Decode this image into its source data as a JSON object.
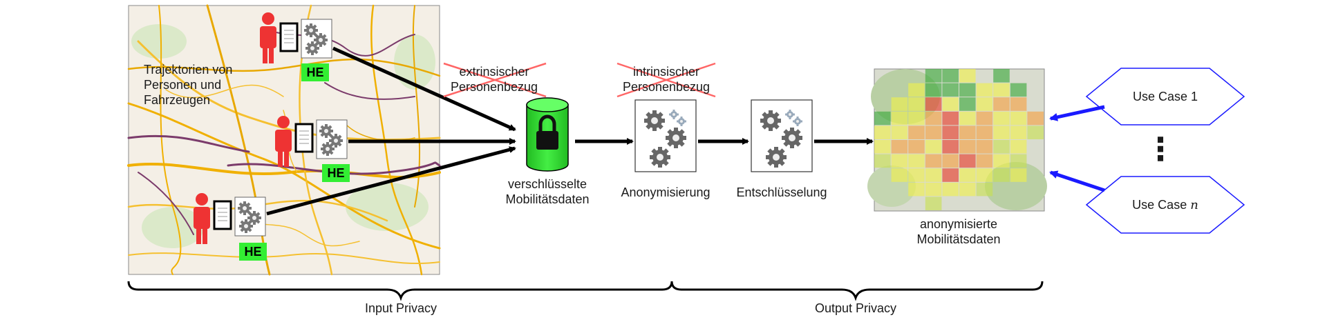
{
  "map_input": {
    "caption_lines": [
      "Trajektorien von",
      "Personen und",
      "Fahrzeugen"
    ],
    "he_label": "HE"
  },
  "labels": {
    "extrinsic_line1": "extrinsischer",
    "extrinsic_line2": "Personenbezug",
    "intrinsic_line1": "intrinsischer",
    "intrinsic_line2": "Personenbezug",
    "encrypted_line1": "verschlüsselte",
    "encrypted_line2": "Mobilitätsdaten",
    "anonymization": "Anonymisierung",
    "decryption": "Entschlüsselung",
    "anon_line1": "anonymisierte",
    "anon_line2": "Mobilitätsdaten"
  },
  "use_cases": {
    "first": "Use Case 1",
    "last_prefix": "Use Case",
    "last_var": "n",
    "ellipsis": "⋮"
  },
  "phases": {
    "input": "Input Privacy",
    "output": "Output Privacy"
  },
  "colors": {
    "person": "#ee3333",
    "he_bg": "#33ee33",
    "database": "#33dd33",
    "strike": "#ff6666",
    "usecase_border": "#1a1aff",
    "usecase_arrow": "#1a1aff"
  },
  "icons": [
    "person-icon",
    "document-icon",
    "gears-icon",
    "lock-icon",
    "database-icon"
  ]
}
